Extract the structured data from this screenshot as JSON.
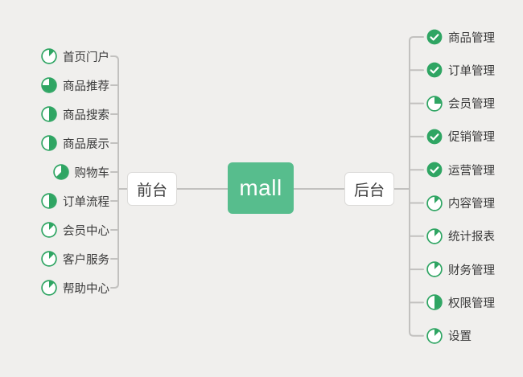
{
  "root": {
    "label": "mall"
  },
  "branches": [
    {
      "side": "left",
      "label": "前台",
      "items": [
        {
          "label": "首页门户",
          "icon": "progress-1-8-icon",
          "progress": 0.125
        },
        {
          "label": "商品推荐",
          "icon": "progress-3-4-icon",
          "progress": 0.75
        },
        {
          "label": "商品搜索",
          "icon": "progress-1-2-icon",
          "progress": 0.5
        },
        {
          "label": "商品展示",
          "icon": "progress-1-2-icon",
          "progress": 0.5
        },
        {
          "label": "购物车",
          "icon": "progress-5-8-icon",
          "progress": 0.625
        },
        {
          "label": "订单流程",
          "icon": "progress-1-2-icon",
          "progress": 0.5
        },
        {
          "label": "会员中心",
          "icon": "progress-1-8-icon",
          "progress": 0.125
        },
        {
          "label": "客户服务",
          "icon": "progress-1-8-icon",
          "progress": 0.125
        },
        {
          "label": "帮助中心",
          "icon": "progress-1-8-icon",
          "progress": 0.125
        }
      ]
    },
    {
      "side": "right",
      "label": "后台",
      "items": [
        {
          "label": "商品管理",
          "icon": "task-done-check-icon",
          "progress": 1
        },
        {
          "label": "订单管理",
          "icon": "task-done-check-icon",
          "progress": 1
        },
        {
          "label": "会员管理",
          "icon": "progress-1-4-icon",
          "progress": 0.25
        },
        {
          "label": "促销管理",
          "icon": "task-done-check-icon",
          "progress": 1
        },
        {
          "label": "运营管理",
          "icon": "task-done-check-icon",
          "progress": 1
        },
        {
          "label": "内容管理",
          "icon": "progress-1-8-icon",
          "progress": 0.125
        },
        {
          "label": "统计报表",
          "icon": "progress-1-8-icon",
          "progress": 0.125
        },
        {
          "label": "财务管理",
          "icon": "progress-1-8-icon",
          "progress": 0.125
        },
        {
          "label": "权限管理",
          "icon": "progress-1-2-icon",
          "progress": 0.5
        },
        {
          "label": "设置",
          "icon": "progress-1-8-icon",
          "progress": 0.125
        }
      ]
    }
  ],
  "colors": {
    "background": "#f0efed",
    "root_node_green": "#57bd8d",
    "icon_green": "#2fa563",
    "connector_line": "#c2c1bf",
    "node_border": "#dcdbd9",
    "node_bg": "#ffffff",
    "topic_text": "#3a3a3a"
  }
}
